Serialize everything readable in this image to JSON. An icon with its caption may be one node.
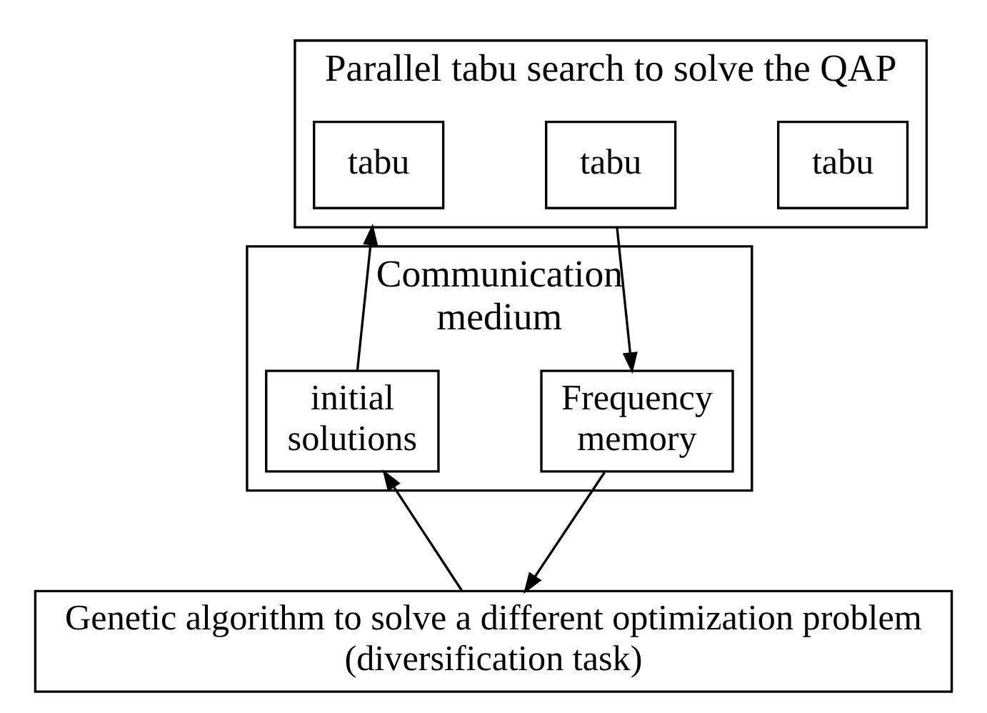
{
  "diagram": {
    "nodes": [
      {
        "text": [
          "Parallel tabu search to solve the QAP"
        ]
      },
      {
        "text": [
          "tabu"
        ],
        "in": 0
      },
      {
        "text": [
          "tabu"
        ],
        "in": 0
      },
      {
        "text": [
          "tabu"
        ],
        "in": 0
      },
      {
        "text": [
          "Communication medium"
        ]
      },
      {
        "text": [
          "Frequency memory"
        ],
        "in": 4
      },
      {
        "text": [
          "initial solutions"
        ],
        "in": 4
      },
      {
        "text": [
          "Genetic algorithm to solve a different optimization problem (diversification task)"
        ]
      }
    ],
    "edges": [
      {
        "from": 0,
        "to": 5,
        "arrow": "to"
      },
      {
        "from": 6,
        "to": 0,
        "arrow": "to"
      },
      {
        "from": 5,
        "to": 7,
        "arrow": "to"
      },
      {
        "from": 7,
        "to": 6,
        "arrow": "to"
      }
    ]
  }
}
